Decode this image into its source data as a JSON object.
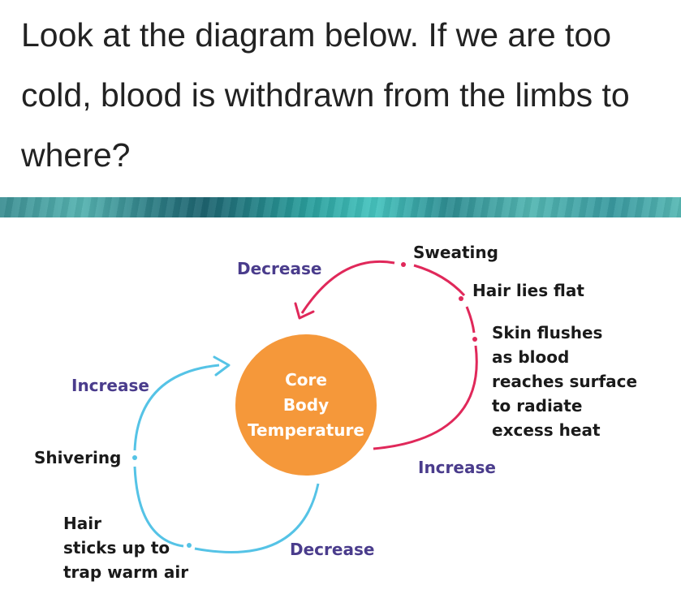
{
  "question": {
    "text": "Look at the diagram below. If we are too cold, blood is withdrawn from the limbs to where?"
  },
  "diagram": {
    "center_label": "Core\nBody\nTemperature",
    "hot_side": {
      "decrease_label": "Decrease",
      "increase_label": "Increase",
      "responses": [
        "Sweating",
        "Hair lies flat",
        "Skin flushes\nas blood\nreaches surface\nto radiate\nexcess heat"
      ]
    },
    "cold_side": {
      "increase_label": "Increase",
      "decrease_label": "Decrease",
      "responses": [
        "Shivering",
        "Hair\nsticks up to\ntrap warm air"
      ]
    }
  },
  "colors": {
    "core": "#f5983a",
    "hot_arrow": "#e0285a",
    "cold_arrow": "#55c3e6",
    "label_text": "#1a1a1a",
    "direction_text": "#2f6b9c"
  }
}
